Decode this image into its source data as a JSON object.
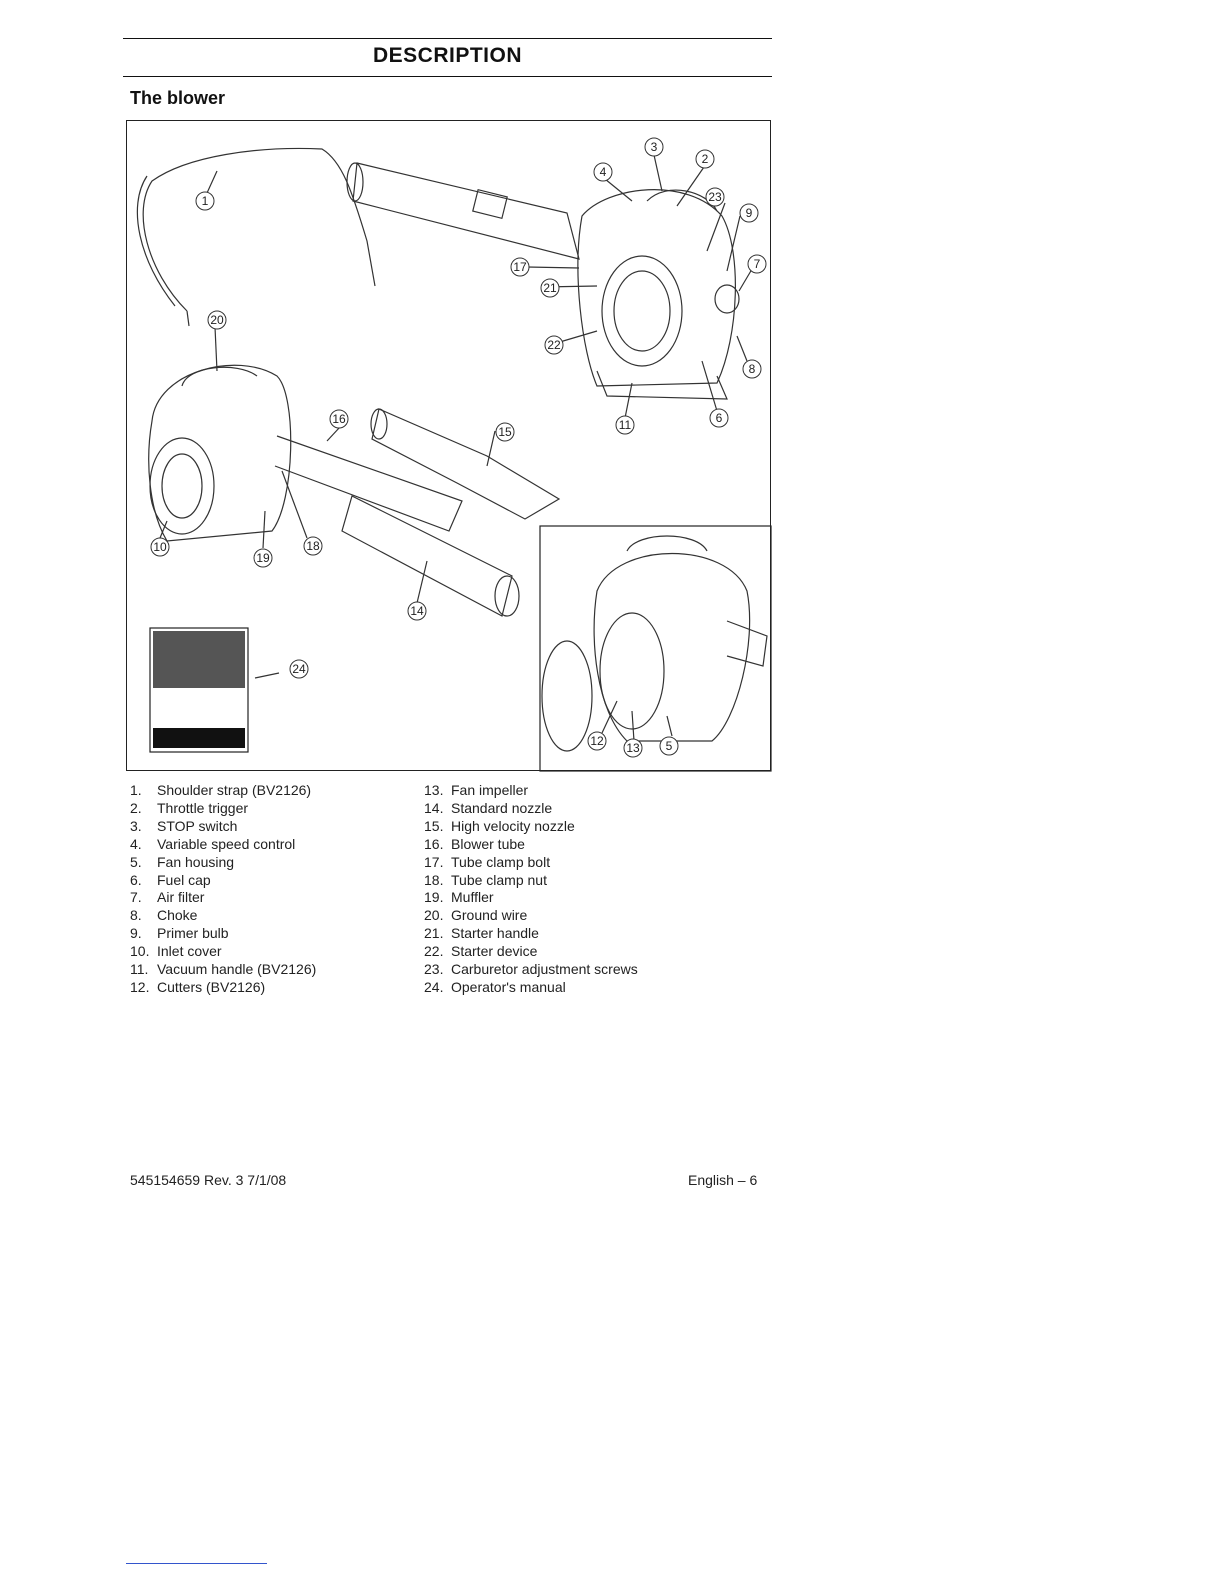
{
  "header": {
    "title": "DESCRIPTION"
  },
  "section": {
    "title": "The blower"
  },
  "figure": {
    "callouts": [
      "1",
      "2",
      "3",
      "4",
      "5",
      "6",
      "7",
      "8",
      "9",
      "10",
      "11",
      "12",
      "13",
      "14",
      "15",
      "16",
      "17",
      "18",
      "19",
      "20",
      "21",
      "22",
      "23",
      "24"
    ]
  },
  "legend": {
    "col1": [
      {
        "num": "1.",
        "label": "Shoulder strap (BV2126)"
      },
      {
        "num": "2.",
        "label": "Throttle trigger"
      },
      {
        "num": "3.",
        "label": "STOP switch"
      },
      {
        "num": "4.",
        "label": "Variable speed control"
      },
      {
        "num": "5.",
        "label": "Fan housing"
      },
      {
        "num": "6.",
        "label": "Fuel cap"
      },
      {
        "num": "7.",
        "label": "Air filter"
      },
      {
        "num": "8.",
        "label": "Choke"
      },
      {
        "num": "9.",
        "label": "Primer bulb"
      },
      {
        "num": "10.",
        "label": "Inlet cover"
      },
      {
        "num": "11.",
        "label": "Vacuum handle (BV2126)"
      },
      {
        "num": "12.",
        "label": "Cutters (BV2126)"
      }
    ],
    "col2": [
      {
        "num": "13.",
        "label": "Fan impeller"
      },
      {
        "num": "14.",
        "label": "Standard nozzle"
      },
      {
        "num": "15.",
        "label": "High velocity nozzle"
      },
      {
        "num": "16.",
        "label": "Blower tube"
      },
      {
        "num": "17.",
        "label": "Tube clamp bolt"
      },
      {
        "num": "18.",
        "label": "Tube clamp nut"
      },
      {
        "num": "19.",
        "label": "Muffler"
      },
      {
        "num": "20.",
        "label": "Ground wire"
      },
      {
        "num": "21.",
        "label": "Starter handle"
      },
      {
        "num": "22.",
        "label": "Starter device"
      },
      {
        "num": "23.",
        "label": "Carburetor adjustment screws"
      },
      {
        "num": "24.",
        "label": "Operator's manual"
      }
    ]
  },
  "footer": {
    "doc_ref": "545154659  Rev. 3  7/1/08",
    "page_label": "English – 6"
  }
}
